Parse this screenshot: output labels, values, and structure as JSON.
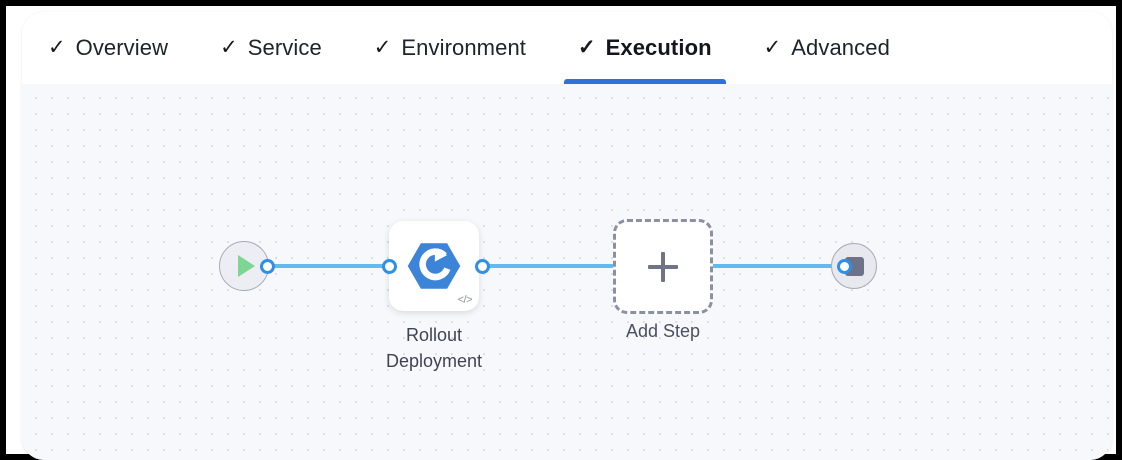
{
  "tabs": [
    {
      "label": "Overview",
      "check": "✓",
      "active": false
    },
    {
      "label": "Service",
      "check": "✓",
      "active": false
    },
    {
      "label": "Environment",
      "check": "✓",
      "active": false
    },
    {
      "label": "Execution",
      "check": "✓",
      "active": true
    },
    {
      "label": "Advanced",
      "check": "✓",
      "active": false
    }
  ],
  "canvas": {
    "start_node": {
      "icon": "play-icon"
    },
    "end_node": {
      "icon": "stop-icon"
    },
    "steps": [
      {
        "label_line1": "Rollout",
        "label_line2": "Deployment",
        "icon": "rollout-deployment-hexagon-icon",
        "badge": "</>"
      }
    ],
    "add_step": {
      "label": "Add Step",
      "icon": "plus-icon"
    }
  },
  "colors": {
    "accent_blue": "#2f73d8",
    "wire_blue": "#62baf0",
    "port_blue": "#2e90e8",
    "node_icon_blue": "#3b84d8",
    "play_green": "#7ed694",
    "stop_gray": "#6e7288",
    "canvas_bg": "#f7f8fb",
    "grid_dot": "#dcdfe9"
  }
}
